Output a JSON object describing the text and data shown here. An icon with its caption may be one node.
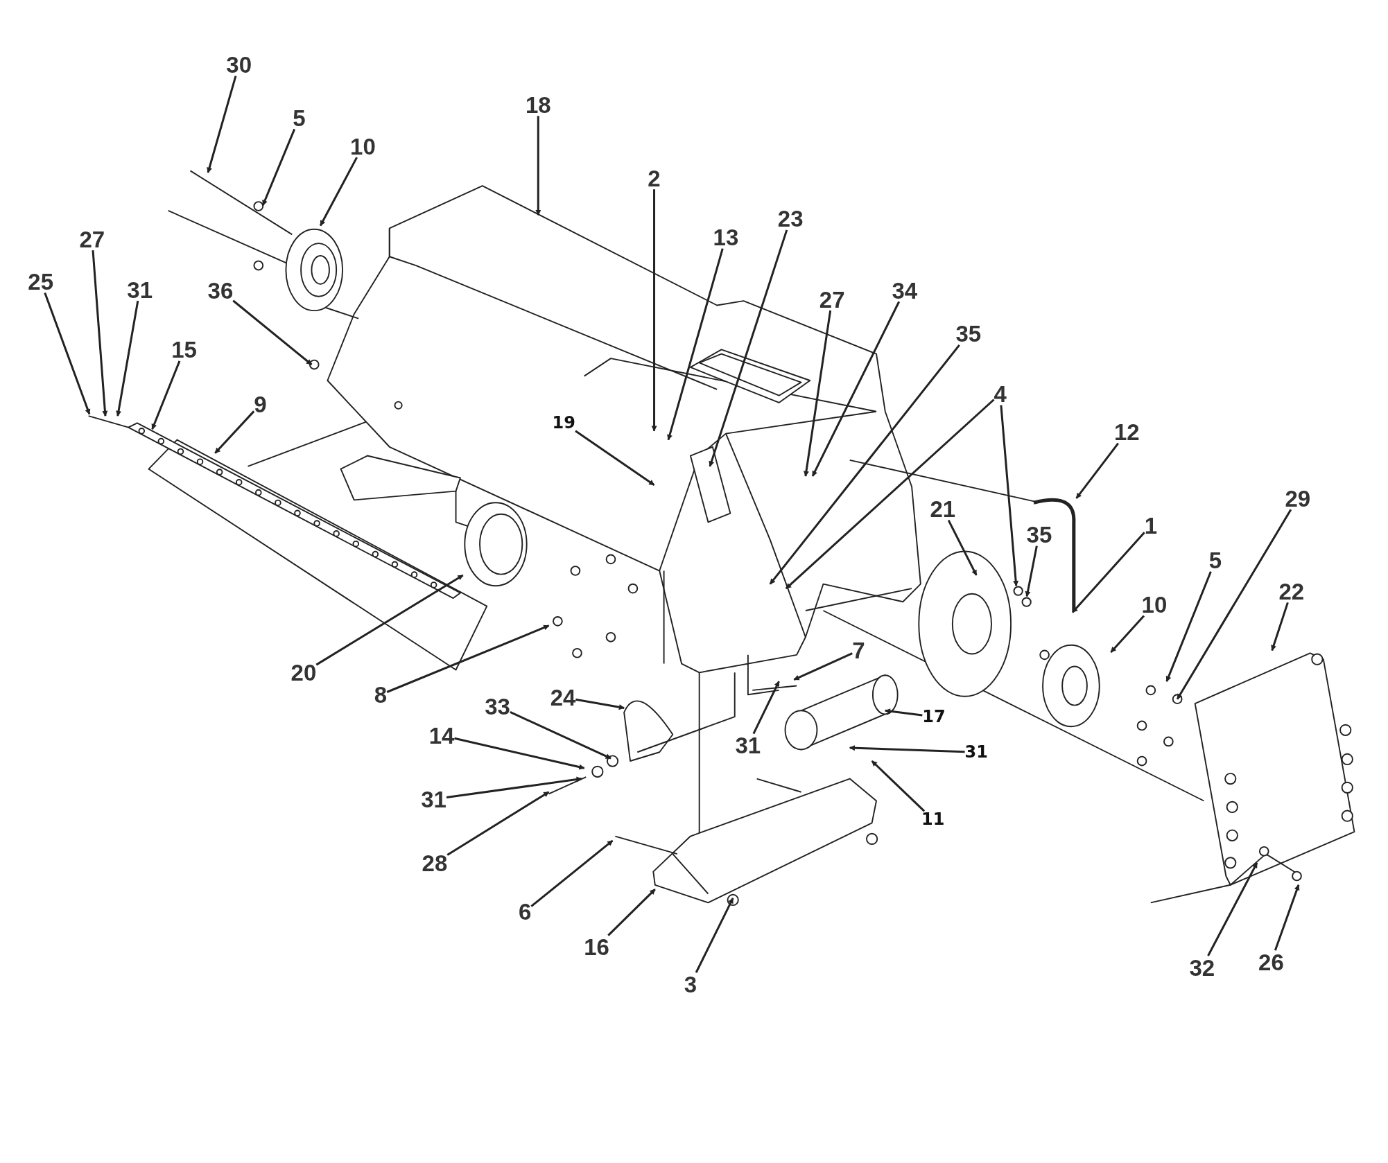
{
  "diagram": {
    "nodes": [
      {
        "text": [
          "30"
        ]
      },
      {
        "text": [
          "18"
        ]
      },
      {
        "text": [
          "5"
        ]
      },
      {
        "text": [
          "10"
        ]
      },
      {
        "text": [
          "2"
        ]
      },
      {
        "text": [
          "23"
        ]
      },
      {
        "text": [
          "13"
        ]
      },
      {
        "text": [
          "27"
        ]
      },
      {
        "text": [
          "25"
        ]
      },
      {
        "text": [
          "31"
        ]
      },
      {
        "text": [
          "36"
        ]
      },
      {
        "text": [
          "34"
        ]
      },
      {
        "text": [
          "27"
        ]
      },
      {
        "text": [
          "35"
        ]
      },
      {
        "text": [
          "15"
        ]
      },
      {
        "text": [
          "4"
        ]
      },
      {
        "text": [
          "9"
        ]
      },
      {
        "text": [
          "19"
        ]
      },
      {
        "text": [
          "12"
        ]
      },
      {
        "text": [
          "29"
        ]
      },
      {
        "text": [
          "21"
        ]
      },
      {
        "text": [
          "1"
        ]
      },
      {
        "text": [
          "35"
        ]
      },
      {
        "text": [
          "5"
        ]
      },
      {
        "text": [
          "22"
        ]
      },
      {
        "text": [
          "10"
        ]
      },
      {
        "text": [
          "7"
        ]
      },
      {
        "text": [
          "20"
        ]
      },
      {
        "text": [
          "8"
        ]
      },
      {
        "text": [
          "24"
        ]
      },
      {
        "text": [
          "33"
        ]
      },
      {
        "text": [
          "17"
        ]
      },
      {
        "text": [
          "14"
        ]
      },
      {
        "text": [
          "31"
        ]
      },
      {
        "text": [
          "31"
        ]
      },
      {
        "text": [
          "31"
        ]
      },
      {
        "text": [
          "11"
        ]
      },
      {
        "text": [
          "28"
        ]
      },
      {
        "text": [
          "6"
        ]
      },
      {
        "text": [
          "16"
        ]
      },
      {
        "text": [
          "3"
        ]
      },
      {
        "text": [
          "32"
        ]
      },
      {
        "text": [
          "26"
        ]
      },
      {
        "text": [],
        "shape": "cable"
      },
      {
        "text": [],
        "shape": "circle"
      },
      {
        "text": [],
        "shape": "circle"
      }
    ],
    "edges": [
      {
        "from": 0,
        "to": null,
        "arrow": "to"
      },
      {
        "from": 1,
        "to": null,
        "arrow": "to"
      },
      {
        "from": 2,
        "to": null,
        "arrow": "to"
      },
      {
        "from": 3,
        "to": null,
        "arrow": "to"
      },
      {
        "from": 4,
        "to": null,
        "arrow": "to"
      },
      {
        "from": 5,
        "to": null,
        "arrow": "to"
      },
      {
        "from": 6,
        "to": null,
        "arrow": "to"
      },
      {
        "from": 7,
        "to": null,
        "arrow": "to"
      },
      {
        "from": 8,
        "to": null,
        "arrow": "to"
      },
      {
        "from": 9,
        "to": null,
        "arrow": "to"
      },
      {
        "from": 10,
        "to": null,
        "arrow": "to"
      },
      {
        "from": 11,
        "to": null,
        "arrow": "to"
      },
      {
        "from": 12,
        "to": null,
        "arrow": "to"
      },
      {
        "from": 13,
        "to": null,
        "arrow": "to"
      },
      {
        "from": 14,
        "to": null,
        "arrow": "to"
      },
      {
        "from": 15,
        "to": null,
        "arrow": "to"
      },
      {
        "from": 16,
        "to": null,
        "arrow": "to"
      },
      {
        "from": 17,
        "to": null,
        "arrow": "to"
      },
      {
        "from": 18,
        "to": 43,
        "arrow": "to"
      },
      {
        "from": 19,
        "to": null,
        "arrow": "to"
      },
      {
        "from": 20,
        "to": null,
        "arrow": "to"
      },
      {
        "from": 21,
        "to": 43,
        "arrow": "to"
      },
      {
        "from": 22,
        "to": 45,
        "arrow": "to"
      },
      {
        "from": 23,
        "to": null,
        "arrow": "to"
      },
      {
        "from": 24,
        "to": null,
        "arrow": "to"
      },
      {
        "from": 25,
        "to": null,
        "arrow": "to"
      },
      {
        "from": 26,
        "to": null,
        "arrow": "to"
      },
      {
        "from": 27,
        "to": null,
        "arrow": "to"
      },
      {
        "from": 28,
        "to": null,
        "arrow": "to"
      },
      {
        "from": 29,
        "to": null,
        "arrow": "to"
      },
      {
        "from": 30,
        "to": null,
        "arrow": "to"
      },
      {
        "from": 31,
        "to": null,
        "arrow": "to"
      },
      {
        "from": 32,
        "to": null,
        "arrow": "to"
      },
      {
        "from": 33,
        "to": null,
        "arrow": "to"
      },
      {
        "from": 34,
        "to": null,
        "arrow": "to"
      },
      {
        "from": 35,
        "to": null,
        "arrow": "to"
      },
      {
        "from": 36,
        "to": null,
        "arrow": "to"
      },
      {
        "from": 37,
        "to": null,
        "arrow": "to"
      },
      {
        "from": 38,
        "to": null,
        "arrow": "to"
      },
      {
        "from": 39,
        "to": null,
        "arrow": "to"
      },
      {
        "from": 40,
        "to": null,
        "arrow": "to"
      },
      {
        "from": 41,
        "to": null,
        "arrow": "to"
      },
      {
        "from": 42,
        "to": null,
        "arrow": "to"
      },
      {
        "from": 15,
        "to": 44,
        "arrow": "to"
      }
    ]
  }
}
